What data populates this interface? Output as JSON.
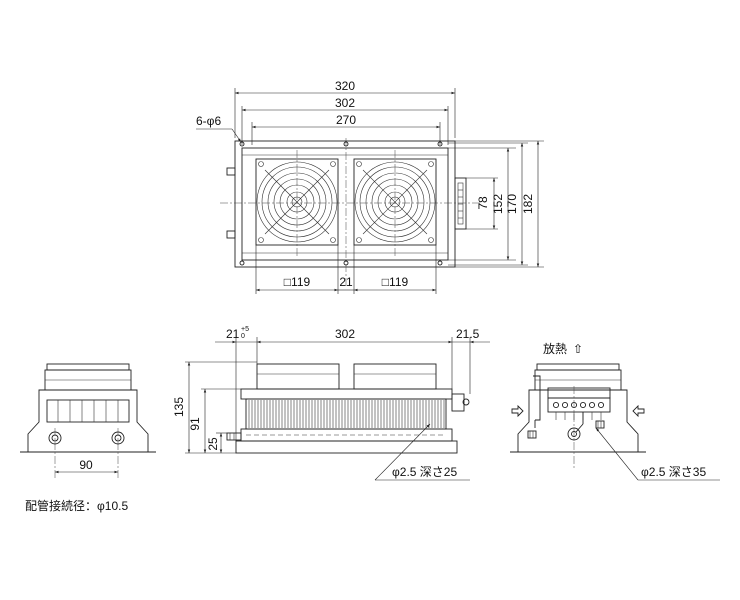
{
  "top_view": {
    "dim_width_outer": "320",
    "dim_width_mid": "302",
    "dim_width_holes": "270",
    "hole_spec": "6-φ6",
    "dim_h_78": "78",
    "dim_h_152": "152",
    "dim_h_170": "170",
    "dim_h_182": "182",
    "fan_size_left": "□119",
    "fan_gap": "21",
    "fan_size_right": "□119"
  },
  "left_view": {
    "dim_width": "90"
  },
  "front_view": {
    "dim_offset_left": "21",
    "dim_tolerance_upper": "+5",
    "dim_tolerance_lower": "0",
    "dim_length": "302",
    "dim_offset_right": "21.5",
    "dim_h_135": "135",
    "dim_h_91": "91",
    "dim_h_25": "25",
    "hole_note": "φ2.5 深さ25"
  },
  "right_view": {
    "airflow_label": "放熱",
    "airflow_arrow": "⇧",
    "hole_note": "φ2.5 深さ35"
  },
  "notes": {
    "pipe_connection": "配管接続径：φ10.5"
  }
}
